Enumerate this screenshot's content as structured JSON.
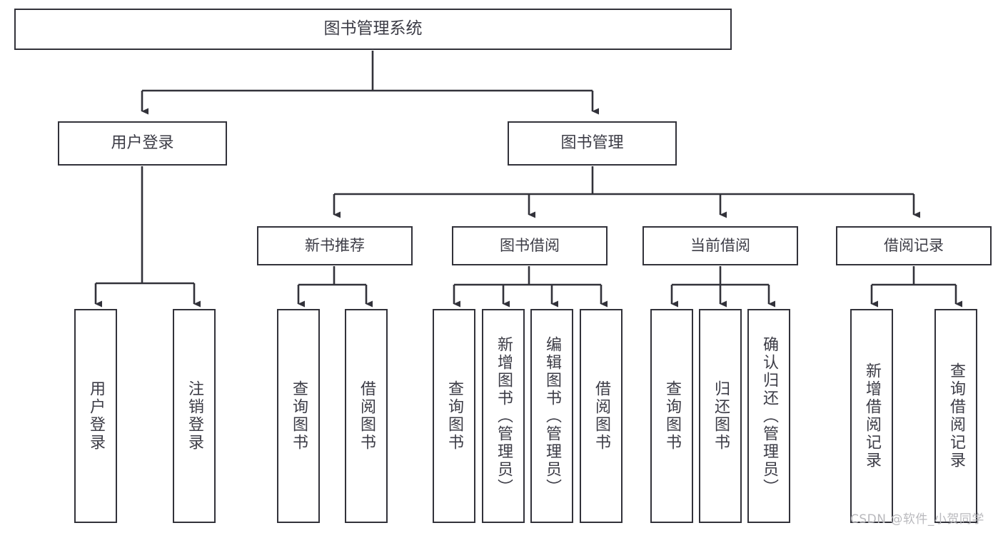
{
  "diagram": {
    "type": "tree",
    "title": "图书管理系统",
    "root": {
      "label": "图书管理系统"
    },
    "level1": [
      {
        "label": "用户登录"
      },
      {
        "label": "图书管理"
      }
    ],
    "level2": [
      {
        "label": "新书推荐"
      },
      {
        "label": "图书借阅"
      },
      {
        "label": "当前借阅"
      },
      {
        "label": "借阅记录"
      }
    ],
    "leaves": {
      "user_login": [
        {
          "label": "用户登录"
        },
        {
          "label": "注销登录"
        }
      ],
      "new_book_recommend": [
        {
          "label": "查询图书"
        },
        {
          "label": "借阅图书"
        }
      ],
      "book_borrow": [
        {
          "label": "查询图书"
        },
        {
          "label": "新增图书（管理员）"
        },
        {
          "label": "编辑图书（管理员）"
        },
        {
          "label": "借阅图书"
        }
      ],
      "current_borrow": [
        {
          "label": "查询图书"
        },
        {
          "label": "归还图书"
        },
        {
          "label": "确认归还（管理员）"
        }
      ],
      "borrow_record": [
        {
          "label": "新增借阅记录"
        },
        {
          "label": "查询借阅记录"
        }
      ]
    }
  },
  "watermark": {
    "text": "CSDN @软件_小贺同学"
  },
  "colors": {
    "stroke": "#32323a",
    "text": "#3c3c46",
    "background": "#ffffff",
    "watermark": "#b9b9bd"
  }
}
